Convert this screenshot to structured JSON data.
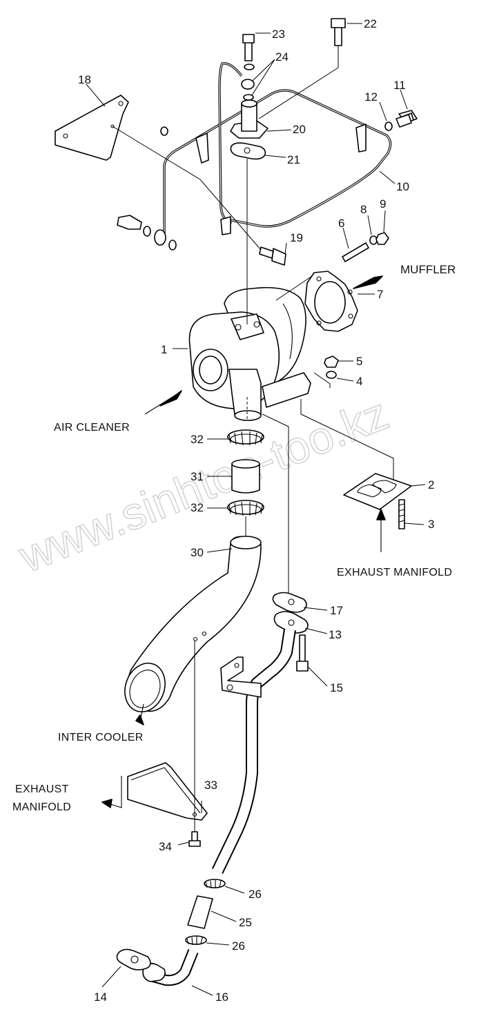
{
  "watermark": "www.sinhton-too.kz",
  "labels": {
    "muffler": "MUFFLER",
    "air_cleaner": "AIR CLEANER",
    "exhaust_manifold_right": "EXHAUST MANIFOLD",
    "inter_cooler": "INTER COOLER",
    "exhaust_manifold_left_1": "EXHAUST",
    "exhaust_manifold_left_2": "MANIFOLD"
  },
  "callouts": {
    "n1": "1",
    "n2": "2",
    "n3": "3",
    "n4": "4",
    "n5": "5",
    "n6": "6",
    "n7": "7",
    "n8": "8",
    "n9": "9",
    "n10": "10",
    "n11": "11",
    "n12": "12",
    "n13": "13",
    "n14": "14",
    "n15": "15",
    "n16": "16",
    "n17": "17",
    "n18": "18",
    "n19": "19",
    "n20": "20",
    "n21": "21",
    "n22": "22",
    "n23": "23",
    "n24": "24",
    "n25": "25",
    "n26a": "26",
    "n26b": "26",
    "n30": "30",
    "n31": "31",
    "n32a": "32",
    "n32b": "32",
    "n33": "33",
    "n34": "34"
  }
}
